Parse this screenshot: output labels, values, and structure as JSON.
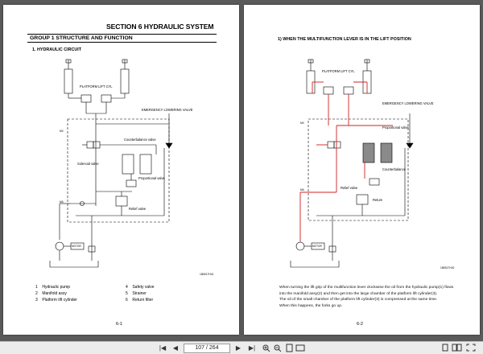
{
  "left_page": {
    "section_title": "SECTION  6  HYDRAULIC SYSTEM",
    "group_title": "GROUP  1  STRUCTURE AND FUNCTION",
    "sub_title": "1. HYDRAULIC CIRCUIT",
    "labels": {
      "platform_lift_cyl": "PLATFORM LIFT CYL",
      "emergency_valve": "EMERGENCY LOWERING VALVE",
      "counterbalance": "Counterbalance valve",
      "solenoid": "Solenoid valve",
      "proportional": "Proportional valve",
      "relief": "Relief valve",
      "motor": "MOTOR",
      "mx": "MX",
      "ma": "MA",
      "code": "15BS1TH01"
    },
    "legend": [
      {
        "num": "1",
        "text": "Hydraulic pump"
      },
      {
        "num": "2",
        "text": "Manifold assy"
      },
      {
        "num": "3",
        "text": "Platform lift cylinder"
      },
      {
        "num": "4",
        "text": "Safety valve"
      },
      {
        "num": "5",
        "text": "Strainer"
      },
      {
        "num": "6",
        "text": "Return filter"
      }
    ],
    "page_number": "6-1"
  },
  "right_page": {
    "heading": "1) WHEN THE MULTIFUNCTION LEVER IS IN THE LIFT POSITION",
    "labels": {
      "platform_lift_cyl": "PLATFORM LIFT CYL",
      "emergency_valve": "EMERGENCY LOWERING VALVE",
      "proportional": "Proportional valve",
      "counterbalance": "Counterbalance",
      "relief": "Relief valve",
      "return_label": "Return",
      "motor": "MOTOR",
      "mx": "MX",
      "ma": "MA",
      "code": "15BS1TH02"
    },
    "paragraph": [
      "When turning the lift grip of the multifunction lever clockwise the oil from the hydraulic pump(1) flows",
      "into the manifold assy(2) and then get into the large chamber of the platform lift cylinder(3).",
      "The oil of the small chamber of the platform lift cylinder(3) is compressed at the same time.",
      "When this happens, the forks go up."
    ],
    "page_number": "6-2"
  },
  "toolbar": {
    "first": "|◀",
    "prev": "◀",
    "page_indicator": "107 / 264",
    "next": "▶",
    "last": "▶|",
    "icons": [
      "zoom-in-icon",
      "zoom-out-icon",
      "fit-page-icon",
      "fit-width-icon",
      "single-page-icon",
      "double-page-icon",
      "fullscreen-icon"
    ]
  },
  "colors": {
    "background": "#5a5a5a",
    "highlight_flow": "#d22020",
    "valve_fill": "#8a8a8a"
  }
}
